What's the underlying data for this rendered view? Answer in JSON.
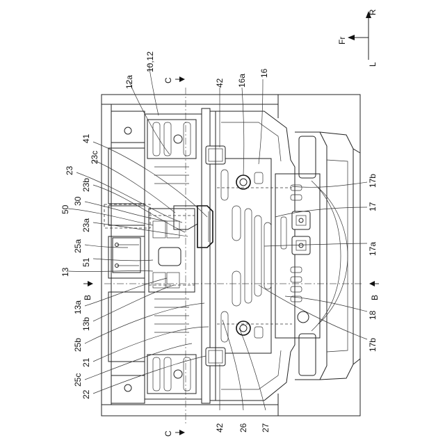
{
  "orientation": {
    "fr": "Fr",
    "r": "R",
    "l": "L"
  },
  "section_marks": {
    "c_top": "C",
    "c_bottom": "C",
    "b_left": "B",
    "b_right": "B"
  },
  "labels": {
    "l_12a": "12a",
    "l_10_12": "10,12",
    "l_42_top": "42",
    "l_16a": "16a",
    "l_16": "16",
    "l_41": "41",
    "l_23c": "23c",
    "l_23": "23",
    "l_23b": "23b",
    "l_30": "30",
    "l_50": "50",
    "l_23a": "23a",
    "l_25a": "25a",
    "l_51": "51",
    "l_13": "13",
    "l_13a": "13a",
    "l_13b": "13b",
    "l_25b": "25b",
    "l_21": "21",
    "l_25c": "25c",
    "l_22": "22",
    "l_42_bottom": "42",
    "l_26": "26",
    "l_27": "27",
    "l_17b_top": "17b",
    "l_17": "17",
    "l_17a": "17a",
    "l_18": "18",
    "l_17b_bottom": "17b"
  }
}
